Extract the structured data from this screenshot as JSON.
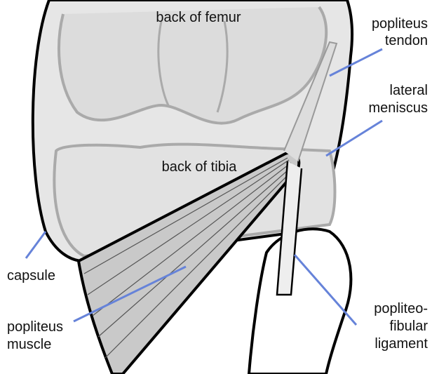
{
  "colors": {
    "leader": "#6683d9",
    "bone": "#e6e6e6",
    "outline": "#000000"
  },
  "labels": {
    "femur": "back of femur",
    "tendon": [
      "popliteus",
      "tendon"
    ],
    "meniscus": [
      "lateral",
      "meniscus"
    ],
    "tibia": "back of tibia",
    "capsule": "capsule",
    "muscle": [
      "popliteus",
      "muscle"
    ],
    "ligament": [
      "popliteo-",
      "fibular",
      "ligament"
    ]
  }
}
